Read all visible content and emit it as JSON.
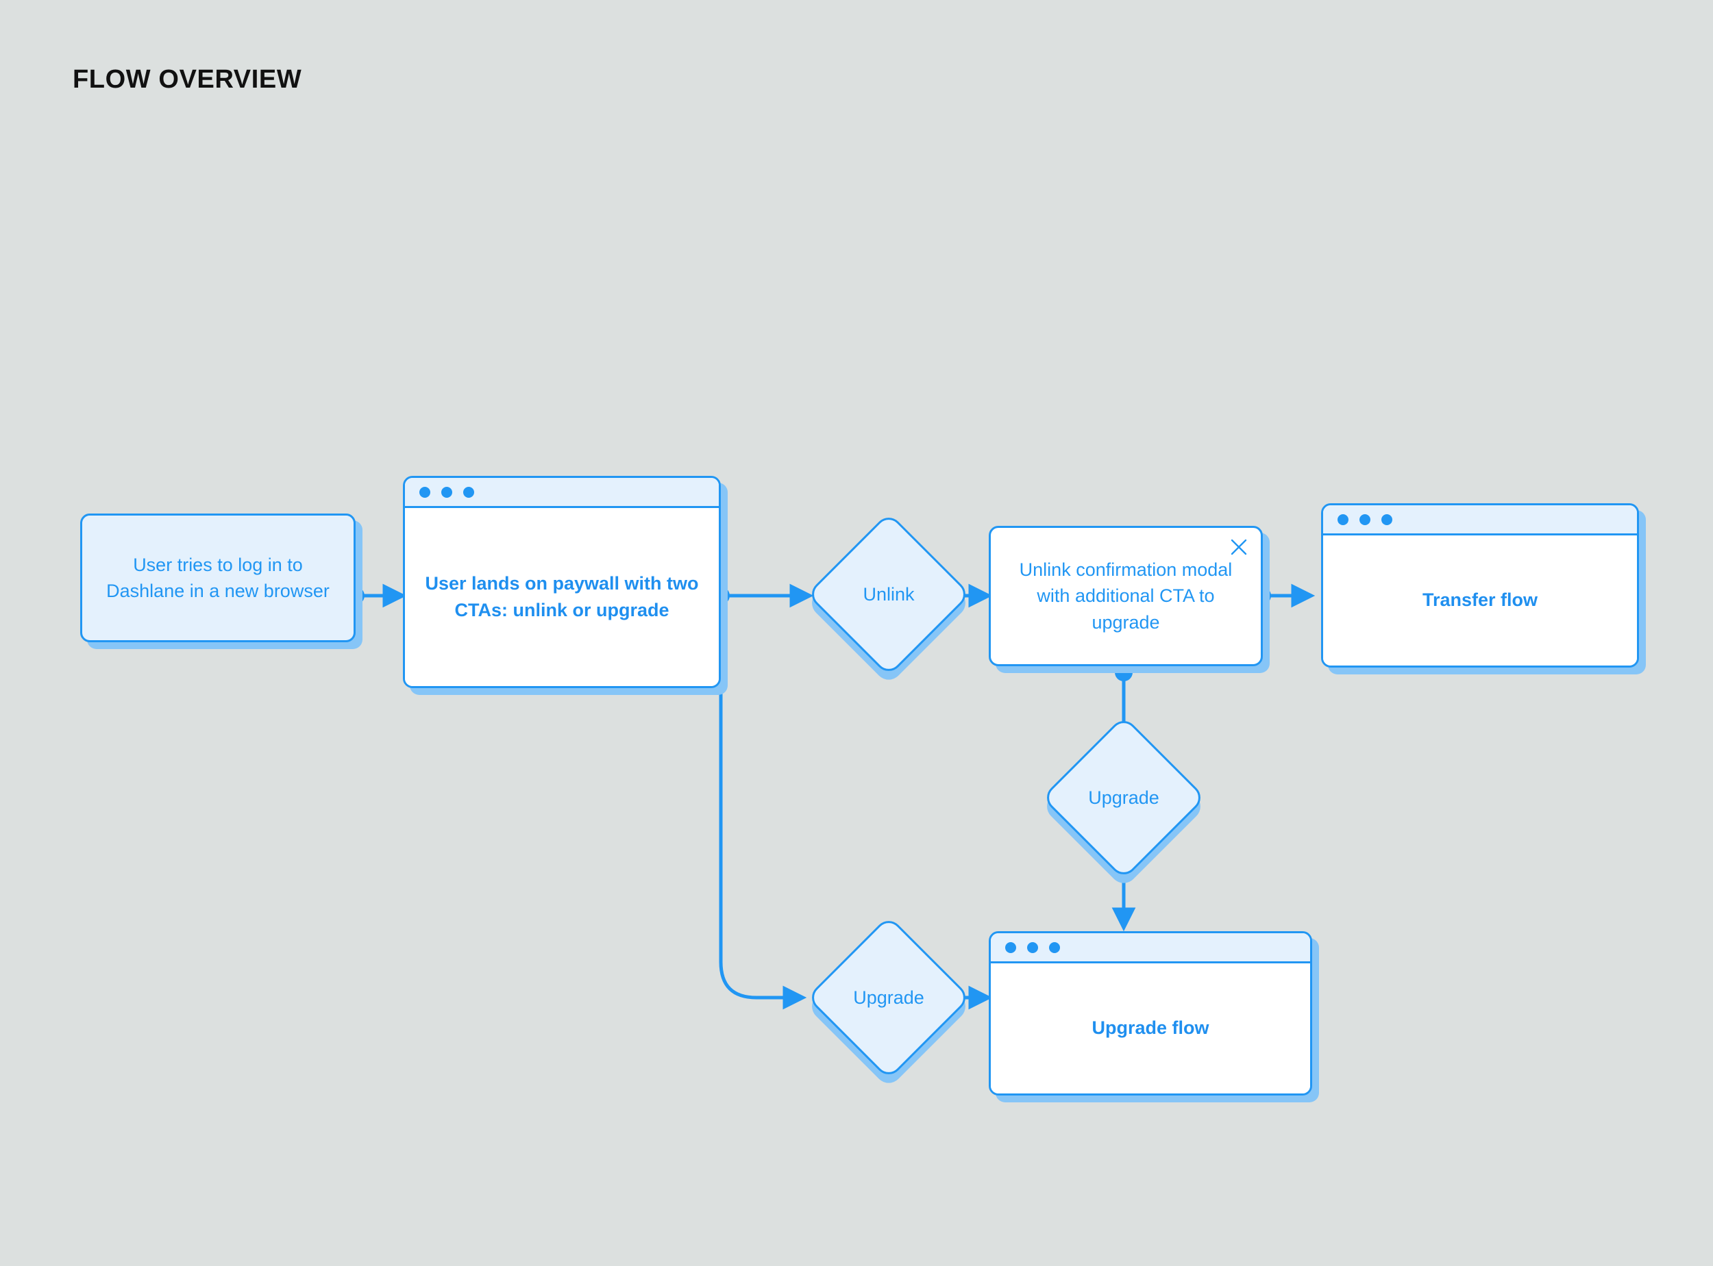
{
  "page": {
    "title": "FLOW OVERVIEW",
    "background_color": "#dce0df"
  },
  "theme": {
    "accent": "#2196f3",
    "node_fill_light": "#e4f1fd",
    "node_fill_white": "#ffffff",
    "shadow": "#86c5f7",
    "text_blue": "#2196f3",
    "title_color": "#111111"
  },
  "nodes": {
    "start": {
      "type": "rounded-rect",
      "label": "User tries to log in to Dashlane in a new browser"
    },
    "paywall": {
      "type": "browser-window",
      "label": "User lands on paywall with two CTAs: unlink or upgrade",
      "window_dots": 3
    },
    "unlink_decision": {
      "type": "diamond",
      "label": "Unlink"
    },
    "unlink_modal": {
      "type": "modal",
      "label": "Unlink confirmation modal with additional CTA to upgrade",
      "close_icon": "close-icon"
    },
    "transfer_flow": {
      "type": "browser-window",
      "label": "Transfer flow",
      "window_dots": 3
    },
    "upgrade_decision_modal": {
      "type": "diamond",
      "label": "Upgrade"
    },
    "upgrade_decision_paywall": {
      "type": "diamond",
      "label": "Upgrade"
    },
    "upgrade_flow": {
      "type": "browser-window",
      "label": "Upgrade flow",
      "window_dots": 3
    }
  },
  "edges": [
    {
      "from": "start",
      "to": "paywall",
      "label": ""
    },
    {
      "from": "paywall",
      "to": "unlink_decision",
      "label": ""
    },
    {
      "from": "unlink_decision",
      "to": "unlink_modal",
      "label": ""
    },
    {
      "from": "unlink_modal",
      "to": "transfer_flow",
      "label": ""
    },
    {
      "from": "unlink_modal",
      "to": "upgrade_decision_modal",
      "label": ""
    },
    {
      "from": "upgrade_decision_modal",
      "to": "upgrade_flow",
      "label": ""
    },
    {
      "from": "paywall",
      "to": "upgrade_decision_paywall",
      "label": ""
    },
    {
      "from": "upgrade_decision_paywall",
      "to": "upgrade_flow",
      "label": ""
    }
  ]
}
